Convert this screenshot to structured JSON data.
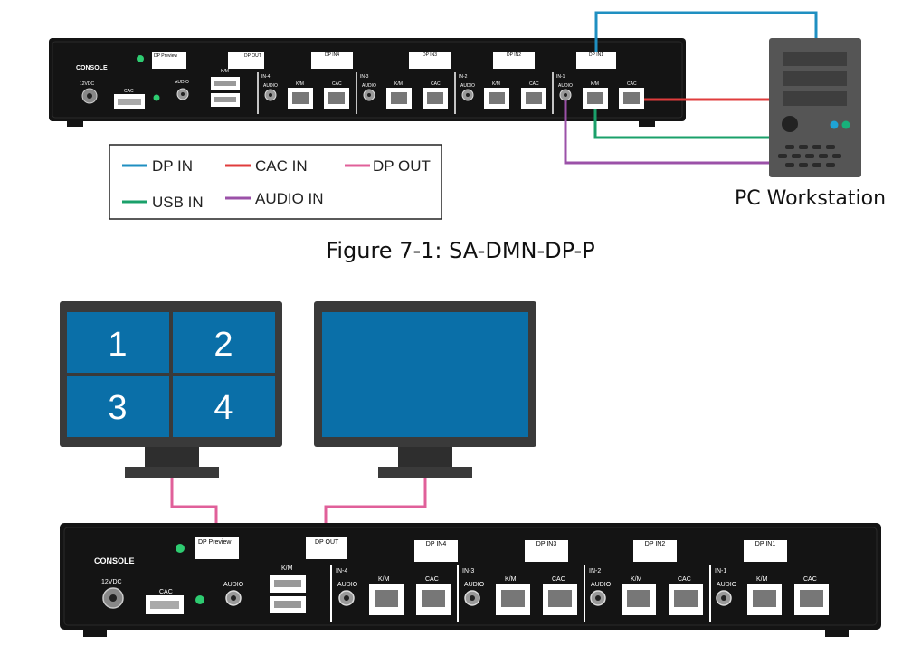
{
  "caption": "Figure 7-1: SA-DMN-DP-P",
  "workstation_label": "PC Workstation",
  "legend": [
    {
      "label": "DP IN",
      "color": "#1f8fc1"
    },
    {
      "label": "CAC IN",
      "color": "#e03c3c"
    },
    {
      "label": "DP OUT",
      "color": "#e0609a"
    },
    {
      "label": "USB IN",
      "color": "#1aa06a"
    },
    {
      "label": "AUDIO IN",
      "color": "#9b51a8"
    }
  ],
  "device": {
    "console": "CONSOLE",
    "power": "12VDC",
    "cac": "CAC",
    "audio": "AUDIO",
    "km": "K/M",
    "dp_preview": "DP Preview",
    "dp_out": "DP OUT",
    "inputs": [
      {
        "name": "IN-4",
        "dp": "DP IN4"
      },
      {
        "name": "IN-3",
        "dp": "DP IN3"
      },
      {
        "name": "IN-2",
        "dp": "DP IN2"
      },
      {
        "name": "IN-1",
        "dp": "DP IN1"
      }
    ]
  },
  "monitor_quadrants": [
    "1",
    "2",
    "3",
    "4"
  ],
  "colors": {
    "device_body": "#141414",
    "screen": "#0a6fa8",
    "bezel": "#3a3a3a",
    "tower": "#555555",
    "pink": "#e0609a"
  }
}
